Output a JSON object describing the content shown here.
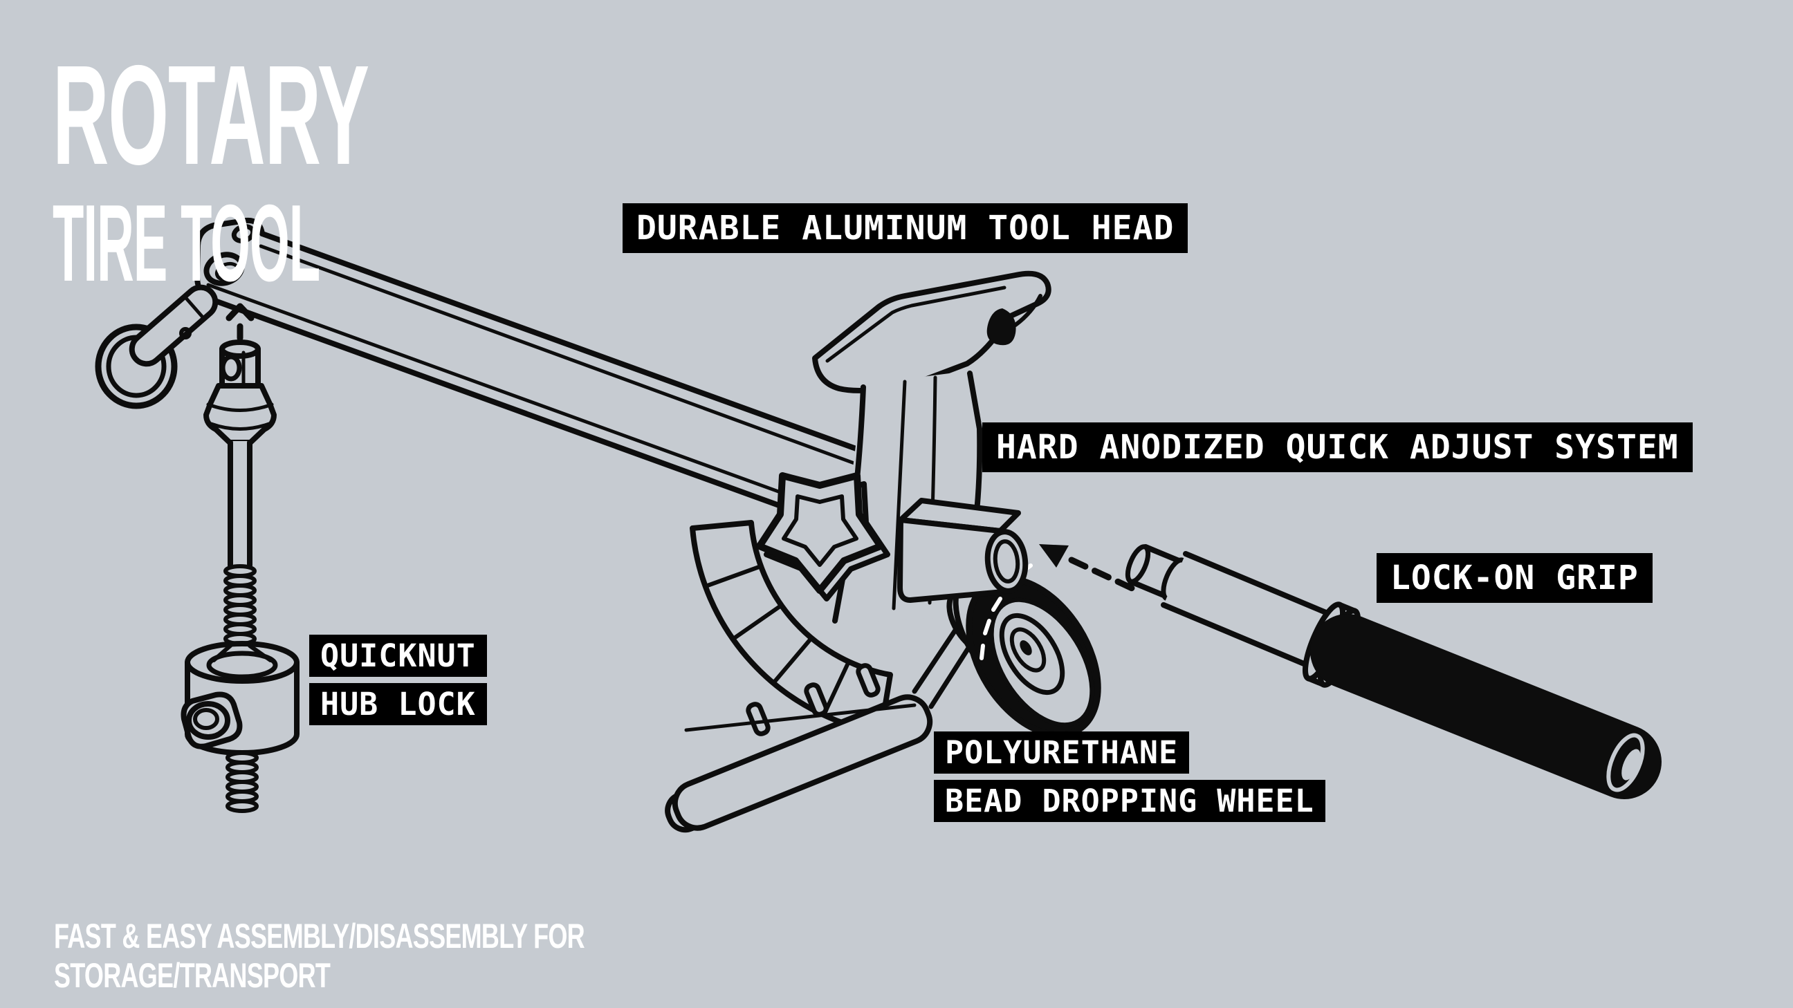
{
  "canvas": {
    "background_color": "#c6cbd1",
    "line_color": "#0d0d0d",
    "label_bg_color": "#000000",
    "label_text_color": "#ffffff",
    "title_color": "#ffffff"
  },
  "title": {
    "line1": "ROTARY",
    "line2": "TIRE TOOL"
  },
  "labels": {
    "tool_head": "DURABLE ALUMINUM TOOL HEAD",
    "adjust_system": "HARD ANODIZED QUICK ADJUST SYSTEM",
    "grip": "LOCK-ON GRIP",
    "hub_lock_line1": "QUICKNUT",
    "hub_lock_line2": "HUB LOCK",
    "wheel_line1": "POLYURETHANE",
    "wheel_line2": "BEAD DROPPING WHEEL"
  },
  "footer": {
    "line1": "FAST & EASY ASSEMBLY/DISASSEMBLY FOR",
    "line2": "STORAGE/TRANSPORT"
  },
  "illustration": {
    "parts": [
      "tool-arm-bar",
      "retaining-ring-pin",
      "quicknut-threaded-post",
      "quicknut-hub-drum",
      "aluminum-tool-head",
      "star-adjust-knob",
      "quick-adjust-socket",
      "bead-dropping-wheel",
      "duckbill-foot",
      "lock-on-handle-grip",
      "assembly-direction-arrow",
      "insert-direction-arrow"
    ]
  }
}
